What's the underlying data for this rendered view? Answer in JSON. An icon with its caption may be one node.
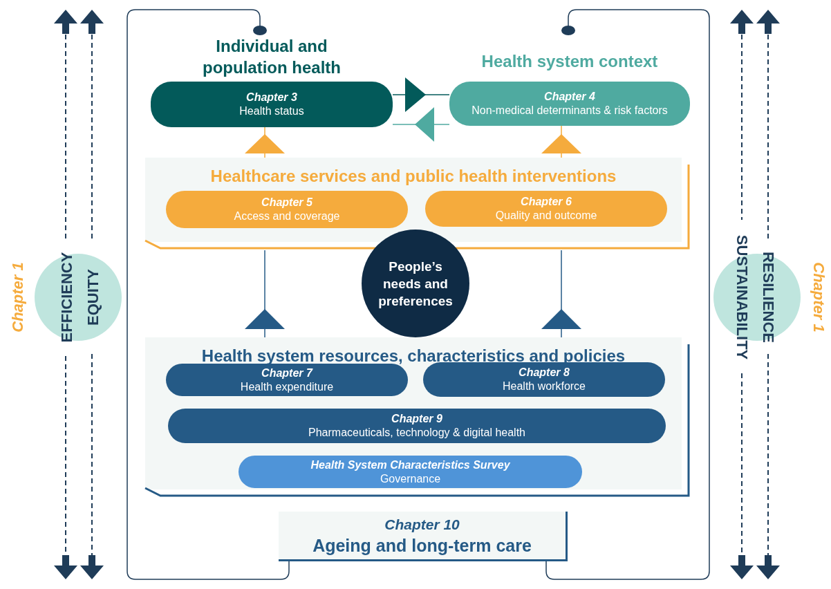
{
  "diagram": {
    "nodes": [
      {
        "text": [
          "Individual and population health",
          "Chapter 3",
          "Health status"
        ]
      },
      {
        "text": [
          "Health system context",
          "Chapter 4",
          "Non-medical determinants & risk factors"
        ]
      },
      {
        "text": [
          "Healthcare services and public health interventions"
        ]
      },
      {
        "text": [
          "Chapter 5",
          "Access and coverage"
        ],
        "in": 2
      },
      {
        "text": [
          "Chapter 6",
          "Quality and outcome"
        ],
        "in": 2
      },
      {
        "text": [
          "People’s needs and preferences"
        ]
      },
      {
        "text": [
          "Health system resources, characteristics and policies"
        ]
      },
      {
        "text": [
          "Chapter 7",
          "Health expenditure"
        ],
        "in": 6
      },
      {
        "text": [
          "Chapter 8",
          "Health workforce"
        ],
        "in": 6
      },
      {
        "text": [
          "Chapter 9",
          "Pharmaceuticals, technology & digital health"
        ],
        "in": 6
      },
      {
        "text": [
          "Health System Characteristics Survey",
          "Governance"
        ],
        "in": 6
      },
      {
        "text": [
          "Chapter 10",
          "Ageing and long-term care"
        ]
      },
      {
        "text": [
          "EFFICIENCY",
          "EQUITY"
        ]
      },
      {
        "text": [
          "SUSTAINABILITY",
          "RESILIENCE"
        ]
      }
    ],
    "edges": [
      {
        "from": 2,
        "to": 0,
        "arrow": "to",
        "color": "#f5ab3d"
      },
      {
        "from": 2,
        "to": 1,
        "arrow": "to",
        "color": "#f5ab3d"
      },
      {
        "from": 6,
        "to": 2,
        "arrow": "to",
        "color": "#255a86"
      },
      {
        "from": 6,
        "to": 2,
        "arrow": "to",
        "color": "#255a86"
      },
      {
        "from": 0,
        "to": 1,
        "arrow": "to",
        "color": "#035a5a"
      },
      {
        "from": 1,
        "to": 0,
        "arrow": "to",
        "color": "#4faaa0"
      },
      {
        "from": 11,
        "to": 0,
        "arrow": "other",
        "color": "#1f3c58"
      },
      {
        "from": 11,
        "to": 1,
        "arrow": "other",
        "color": "#1f3c58"
      }
    ],
    "labels": [
      "Chapter 1",
      "Chapter 1"
    ]
  }
}
